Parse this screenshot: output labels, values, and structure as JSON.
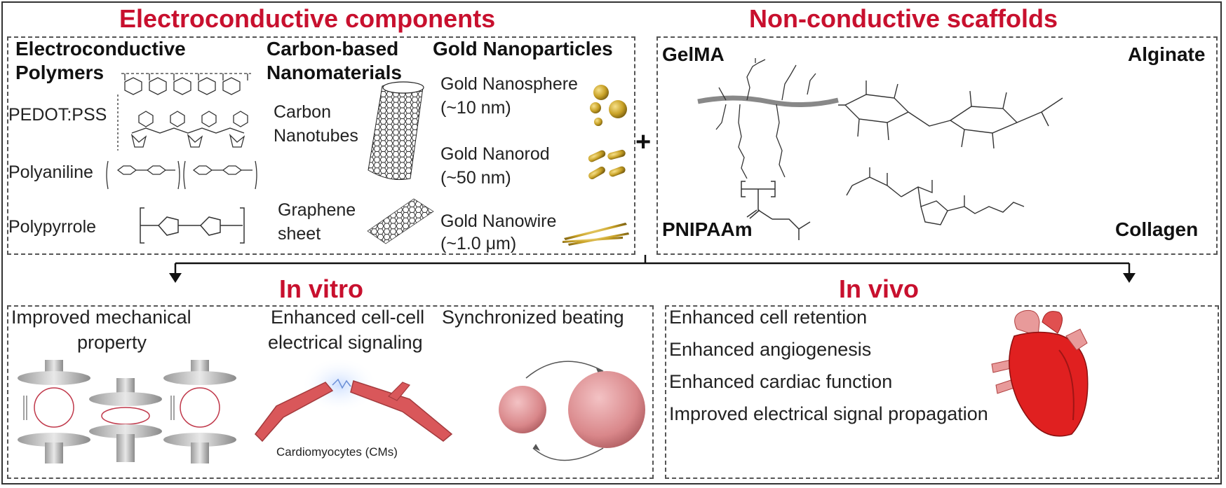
{
  "headers": {
    "left": "Electroconductive components",
    "right": "Non-conductive scaffolds",
    "in_vitro": "In vitro",
    "in_vivo": "In vivo"
  },
  "polymers": {
    "title_line1": "Electroconductive",
    "title_line2": "Polymers",
    "items": [
      "PEDOT:PSS",
      "Polyaniline",
      "Polypyrrole"
    ]
  },
  "carbon": {
    "title_line1": "Carbon-based",
    "title_line2": "Nanomaterials",
    "nanotubes_line1": "Carbon",
    "nanotubes_line2": "Nanotubes",
    "graphene_line1": "Graphene",
    "graphene_line2": "sheet"
  },
  "gold": {
    "title": "Gold Nanoparticles",
    "items": [
      {
        "name": "Gold Nanosphere",
        "size": "(~10 nm)"
      },
      {
        "name": "Gold Nanorod",
        "size": "(~50 nm)"
      },
      {
        "name": "Gold Nanowire",
        "size": "(~1.0 μm)"
      }
    ]
  },
  "plus": "+",
  "scaffolds": {
    "gelma": "GelMA",
    "alginate": "Alginate",
    "pnipaam": "PNIPAAm",
    "collagen": "Collagen"
  },
  "in_vitro": {
    "mech_line1": "Improved mechanical",
    "mech_line2": "property",
    "signal_line1": "Enhanced cell-cell",
    "signal_line2": "electrical signaling",
    "cm_label": "Cardiomyocytes (CMs)",
    "beating": "Synchronized beating"
  },
  "in_vivo": {
    "items": [
      "Enhanced cell retention",
      "Enhanced angiogenesis",
      "Enhanced cardiac function",
      "Improved electrical signal propagation"
    ]
  },
  "colors": {
    "title_red": "#c8102e",
    "gold": "#c9a227",
    "tissue": "#d9575a",
    "heart": "#e02020"
  }
}
